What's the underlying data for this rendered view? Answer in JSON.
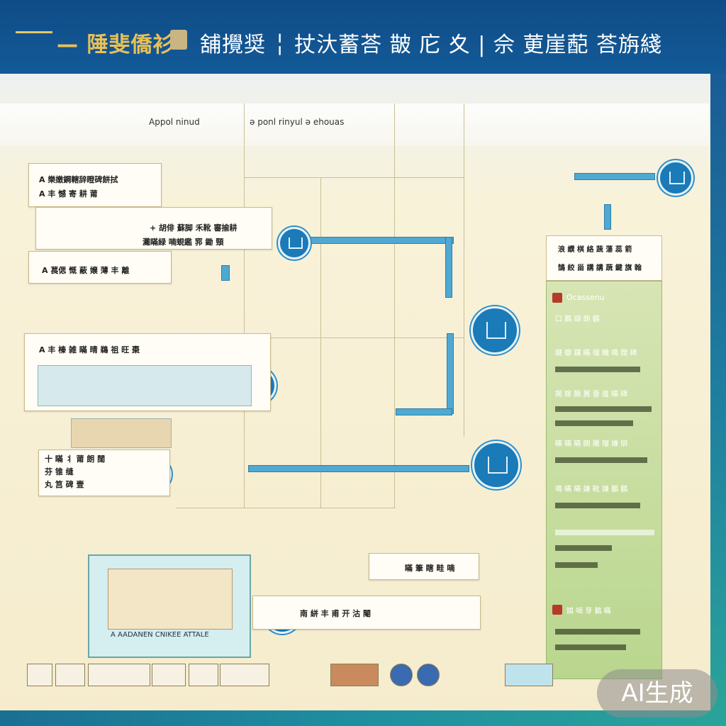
{
  "header": {
    "title_left": "— 陲斐僑衫",
    "title_right": "舖攪奨 ╎ 扙汏蓄荅 皵 庀 夊 | 佘 莄崖蓜 荅旃綫"
  },
  "columns": {
    "col1": "Appol ninud",
    "col2": "ǝ ponl rinyul ǝ ehouas"
  },
  "cards": {
    "c1_line1": "A 樂嫩鋼轄辞瞪碑餅拭",
    "c1_line2": "A 丰 憾 寄 耕 莆",
    "c2_line1": "+ 胡俳   蘇脚 禾靴 審揄耕",
    "c2_line2": "灘瞞緑 喃蜆鑑 郛 鋤 頸",
    "c3_line1": "A 萇偲 慨 蔽 嬢 薄   丰 離",
    "c4_line1": "A 丰 榛 雑 瞞 晴 鵜 祖 旺 棗",
    "c5_line1": "十 瞞 丬  莆 朗 闊",
    "c5_line2": "芬 锥 缝",
    "c5_line3": "丸 筥 碑 壹",
    "c6_line1": "浪 纀 棋 絡 蔬 蕩 蕊 箭",
    "c6_line2": "鵠 絞 甾 講 講 蔬 鍵 旗 翰",
    "plan_label": "A AADANEN CNIKEE ATTALE",
    "bottom_card": "南 絣 丰 甫 开 沽 閹",
    "bottom_tag": "瞞 筆 瞎 畦 喃"
  },
  "green_panel": {
    "title": "Ocassenu",
    "subtitle": "口 鵝 瑚 朗 鶴",
    "rows": [
      "鍵 瓣 鑼 瞞 瑠 贖 鳴 闊 碑",
      "掲 嫁 酶 翼 薈 遺 瞞 碑",
      "瞞 瞞 瞞 朗 雕 瑠 嫌 辯",
      "鳴 瞞 瞞 嫌 靴 嫌 鵬 鵬"
    ],
    "footer": "鵠 喃 芽 鵝 瞞"
  },
  "watermark": "AI生成",
  "colors": {
    "header_bg": "#135a98",
    "header_gold": "#e8c057",
    "pipe": "#4fa9d2",
    "node": "#1b7ab8",
    "green_panel": "#b9d68e"
  }
}
